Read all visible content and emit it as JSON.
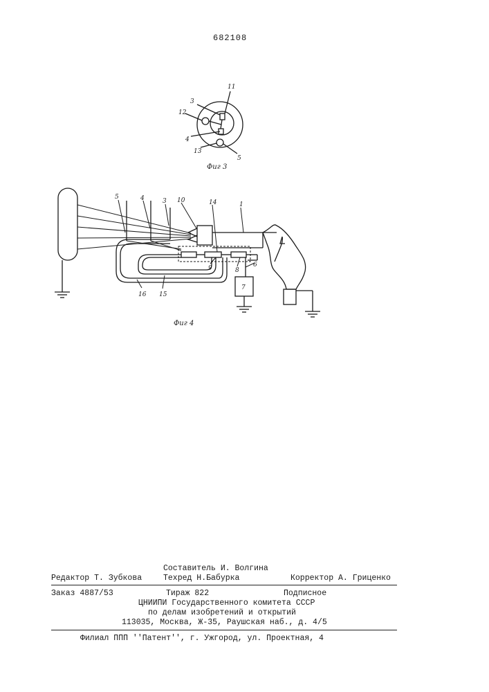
{
  "header": {
    "patent_number": "682108"
  },
  "figure3": {
    "caption": "Фиг 3",
    "labels": {
      "l3": "3",
      "l11": "11",
      "l12": "12",
      "l4": "4",
      "l13": "13",
      "l5": "5"
    }
  },
  "figure4": {
    "caption": "Фиг 4",
    "labels": {
      "l5": "5",
      "l4": "4",
      "l3": "3",
      "l10": "10",
      "l14": "14",
      "l1": "1",
      "l9": "9",
      "l8": "8",
      "l6": "6",
      "l7": "7",
      "l16": "16",
      "l15": "15"
    }
  },
  "colophon": {
    "compiler": "Составитель И. Волгина",
    "editor": "Редактор Т. Зубкова",
    "techred": "Техред Н.Бабурка",
    "corrector": "Корректор А. Гриценко",
    "order": "Заказ 4887/53",
    "circulation": "Тираж 822",
    "subscription": "Подписное",
    "org_line1": "ЦНИИПИ Государственного комитета СССР",
    "org_line2": "по делам изобретений и открытий",
    "org_line3": "113035, Москва, Ж-35, Раушская наб., д. 4/5",
    "branch": "Филиал ППП ''Патент'', г. Ужгород, ул. Проектная, 4"
  }
}
